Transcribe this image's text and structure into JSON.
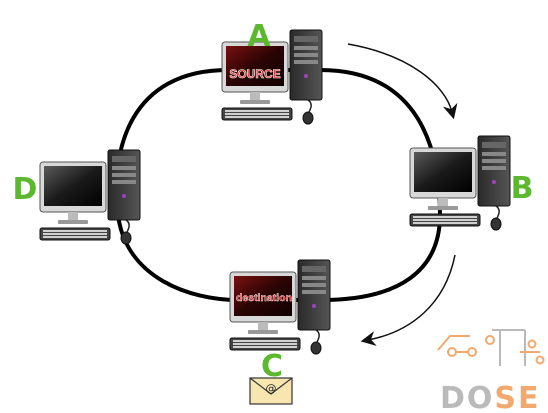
{
  "nodes": [
    {
      "id": "A",
      "letter": "A",
      "screen_label": "SOURCE"
    },
    {
      "id": "B",
      "letter": "B",
      "screen_label": ""
    },
    {
      "id": "C",
      "letter": "C",
      "screen_label": "destination"
    },
    {
      "id": "D",
      "letter": "D",
      "screen_label": ""
    }
  ],
  "envelope": {
    "symbol": "@"
  },
  "watermark": {
    "text_gray": "DO",
    "text_orange": "SE"
  },
  "colors": {
    "letter_green": "#5cb82e",
    "label_red": "#e02020",
    "ring": "#000000",
    "watermark_gray": "#b3b3b3",
    "watermark_orange": "#f0a060"
  }
}
